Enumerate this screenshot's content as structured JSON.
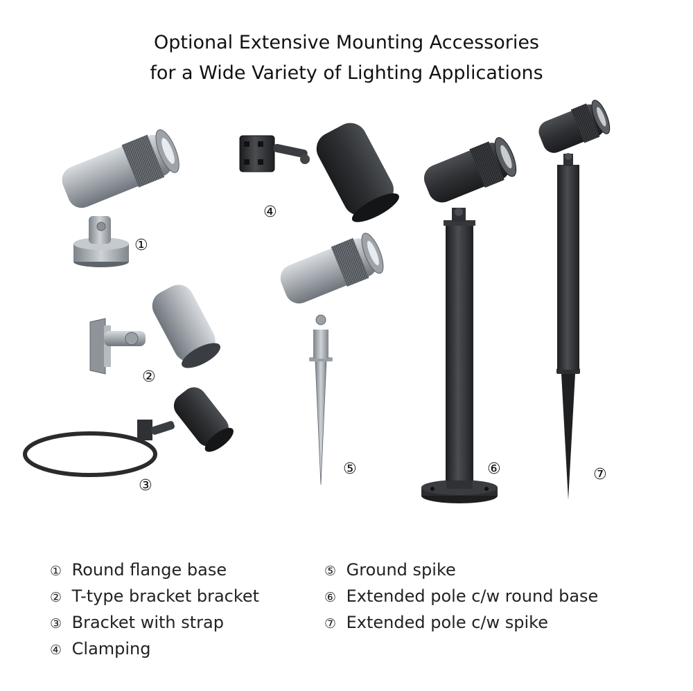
{
  "title": {
    "line1": "Optional Extensive Mounting Accessories",
    "line2": "for a Wide Variety of Lighting Applications"
  },
  "callouts": [
    "①",
    "②",
    "③",
    "④",
    "⑤",
    "⑥",
    "⑦"
  ],
  "legend_left": [
    {
      "marker": "①",
      "text": "Round flange base"
    },
    {
      "marker": "②",
      "text": "T-type bracket bracket"
    },
    {
      "marker": "③",
      "text": "Bracket with strap"
    },
    {
      "marker": "④",
      "text": "Clamping"
    }
  ],
  "legend_right": [
    {
      "marker": "⑤",
      "text": "Ground spike"
    },
    {
      "marker": "⑥",
      "text": "Extended pole c/w round base"
    },
    {
      "marker": "⑦",
      "text": "Extended pole c/w spike"
    }
  ],
  "colors": {
    "silver": "#a7adb3",
    "black": "#2b2d30",
    "text": "#111111"
  }
}
